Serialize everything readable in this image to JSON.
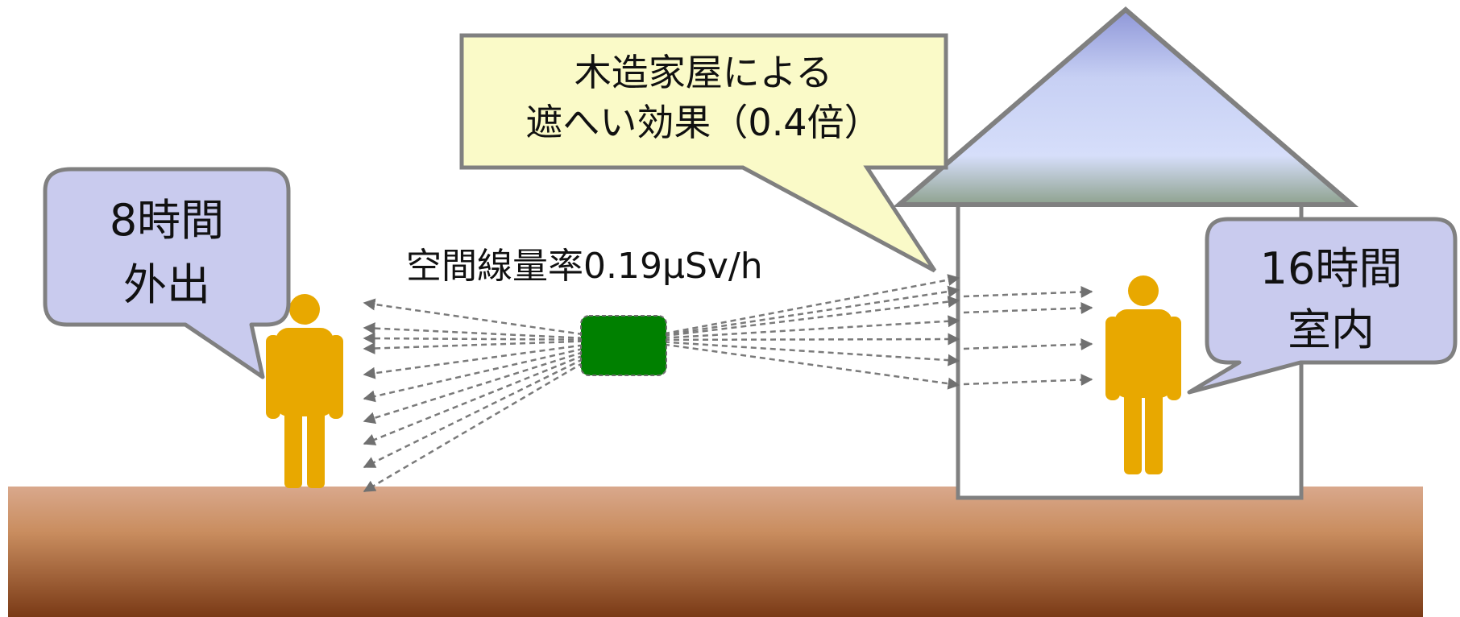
{
  "callouts": {
    "outdoor": {
      "line1": "8時間",
      "line2": "外出"
    },
    "indoor": {
      "line1": "16時間",
      "line2": "室内"
    },
    "shielding": {
      "line1": "木造家屋による",
      "line2": "遮へい効果（0.4倍）"
    }
  },
  "dose_rate_label": "空間線量率0.19μSv/h",
  "colors": {
    "person": "#e8a800",
    "source": "#008000",
    "callout_purple": "#c9cbee",
    "callout_yellow": "#fafac8",
    "outline": "#7f7f7f",
    "ground_top": "#d9a88c",
    "ground_bottom": "#7a3a16",
    "roof_top": "#8f97d8",
    "roof_mid": "#d6defa",
    "roof_bottom": "#8ea28e"
  },
  "icons": {
    "outdoor_person": "person-icon",
    "indoor_person": "person-icon",
    "source": "radiation-source-block",
    "house": "house-icon"
  }
}
